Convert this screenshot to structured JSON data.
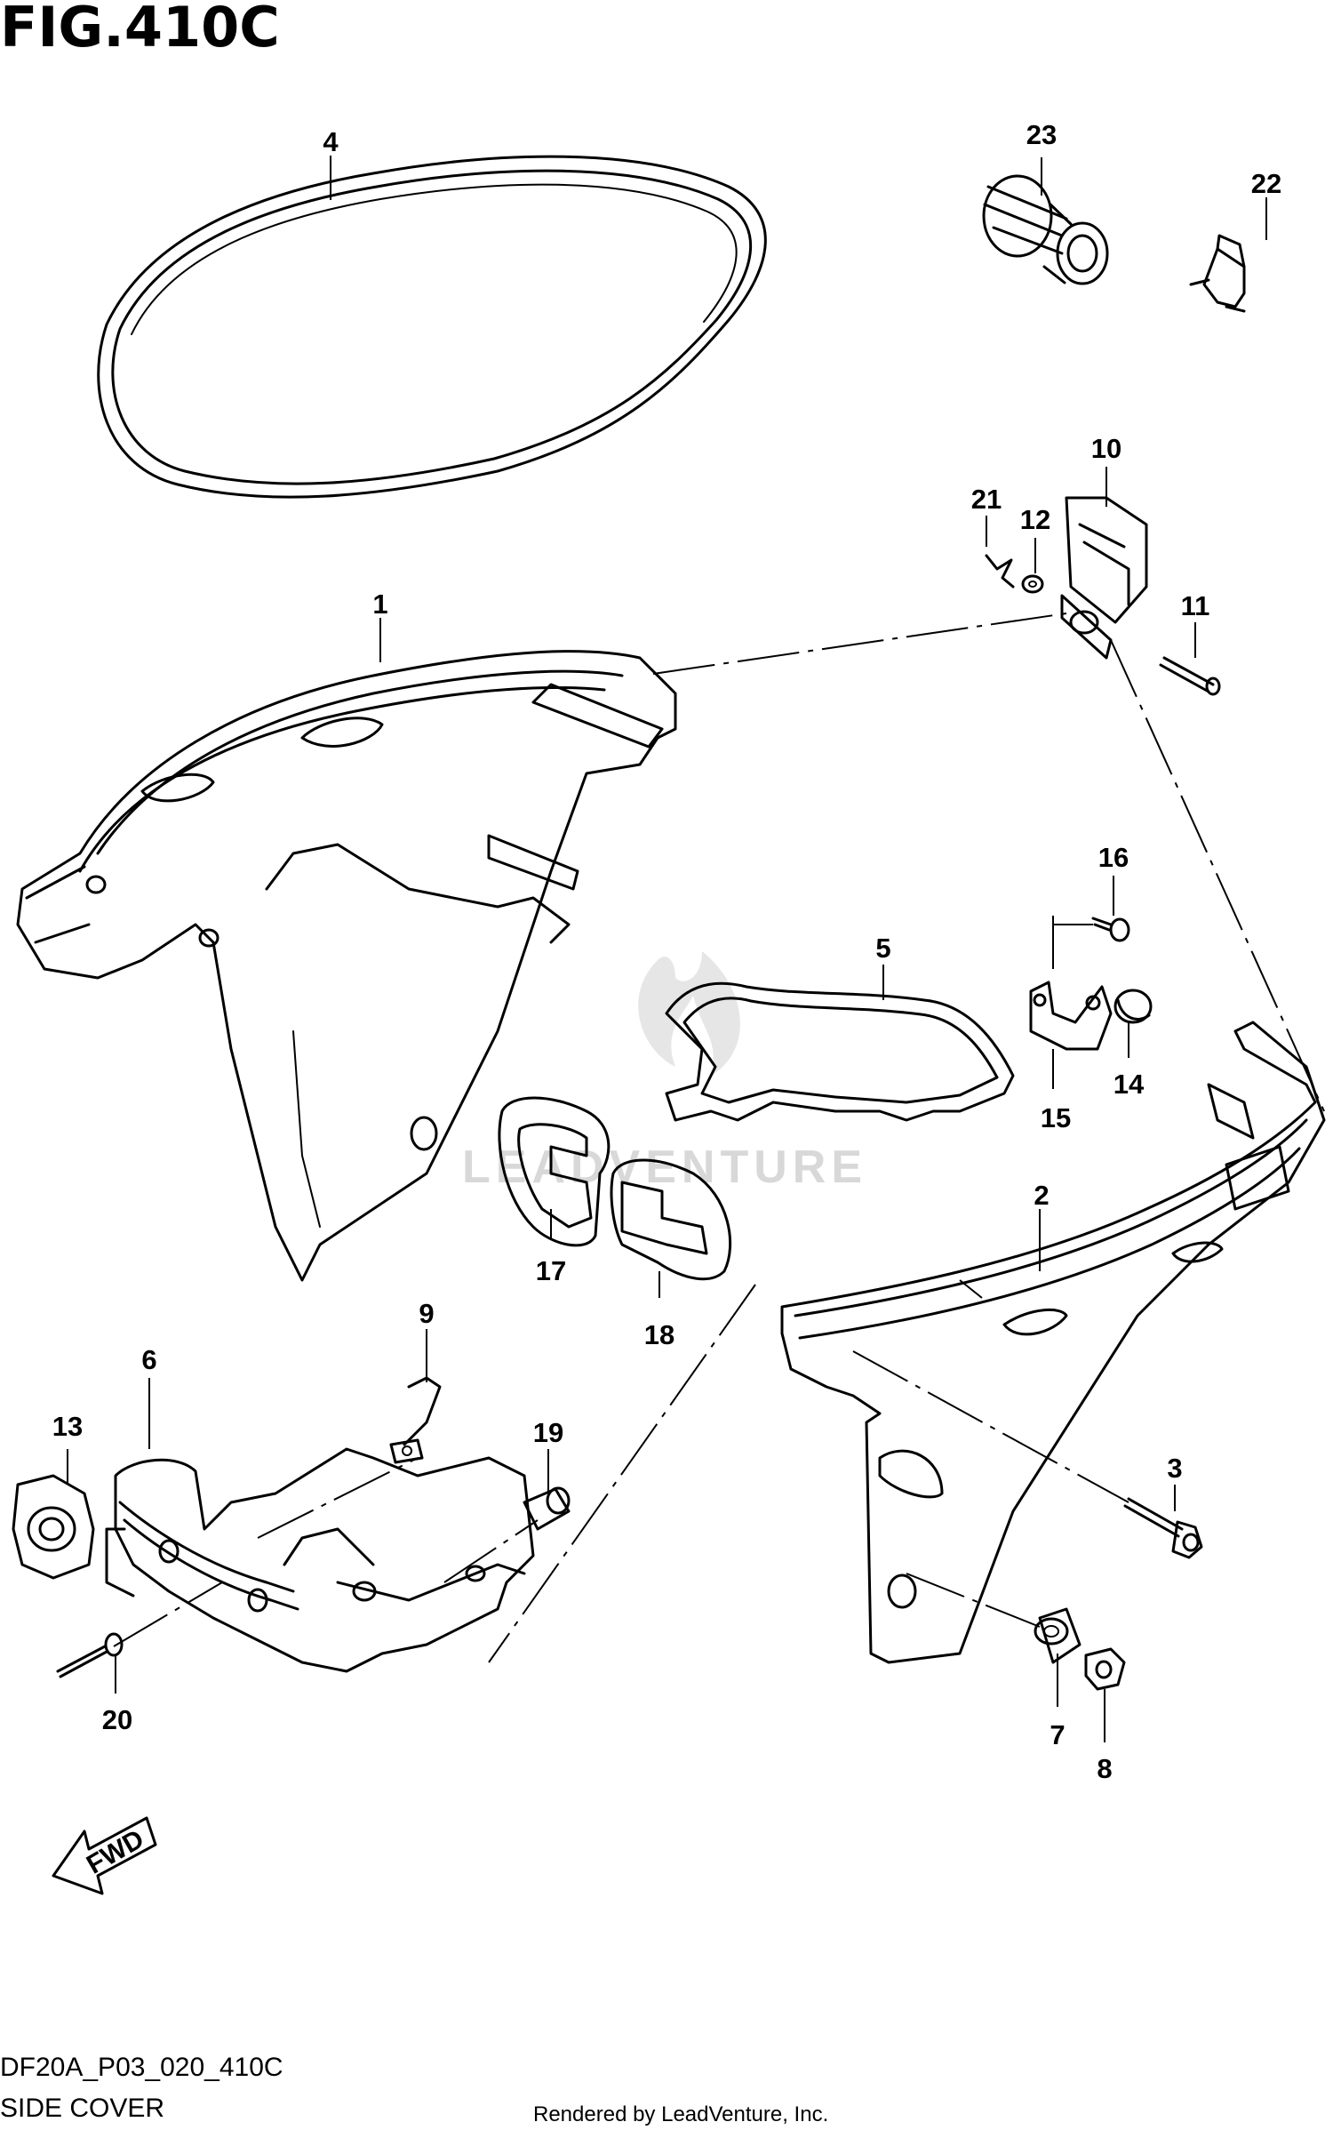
{
  "figure": {
    "title": "FIG.410C",
    "drawing_code": "DF20A_P03_020_410C",
    "section_name": "SIDE COVER",
    "render_credit": "Rendered by LeadVenture, Inc.",
    "watermark": "LEADVENTURE",
    "direction_marker": "FWD"
  },
  "callouts": [
    {
      "id": "1",
      "label": "1"
    },
    {
      "id": "2",
      "label": "2"
    },
    {
      "id": "3",
      "label": "3"
    },
    {
      "id": "4",
      "label": "4"
    },
    {
      "id": "5",
      "label": "5"
    },
    {
      "id": "6",
      "label": "6"
    },
    {
      "id": "7",
      "label": "7"
    },
    {
      "id": "8",
      "label": "8"
    },
    {
      "id": "9",
      "label": "9"
    },
    {
      "id": "10",
      "label": "10"
    },
    {
      "id": "11",
      "label": "11"
    },
    {
      "id": "12",
      "label": "12"
    },
    {
      "id": "13",
      "label": "13"
    },
    {
      "id": "14",
      "label": "14"
    },
    {
      "id": "15",
      "label": "15"
    },
    {
      "id": "16",
      "label": "16"
    },
    {
      "id": "17",
      "label": "17"
    },
    {
      "id": "18",
      "label": "18"
    },
    {
      "id": "19",
      "label": "19"
    },
    {
      "id": "20",
      "label": "20"
    },
    {
      "id": "21",
      "label": "21"
    },
    {
      "id": "22",
      "label": "22"
    },
    {
      "id": "23",
      "label": "23"
    }
  ]
}
